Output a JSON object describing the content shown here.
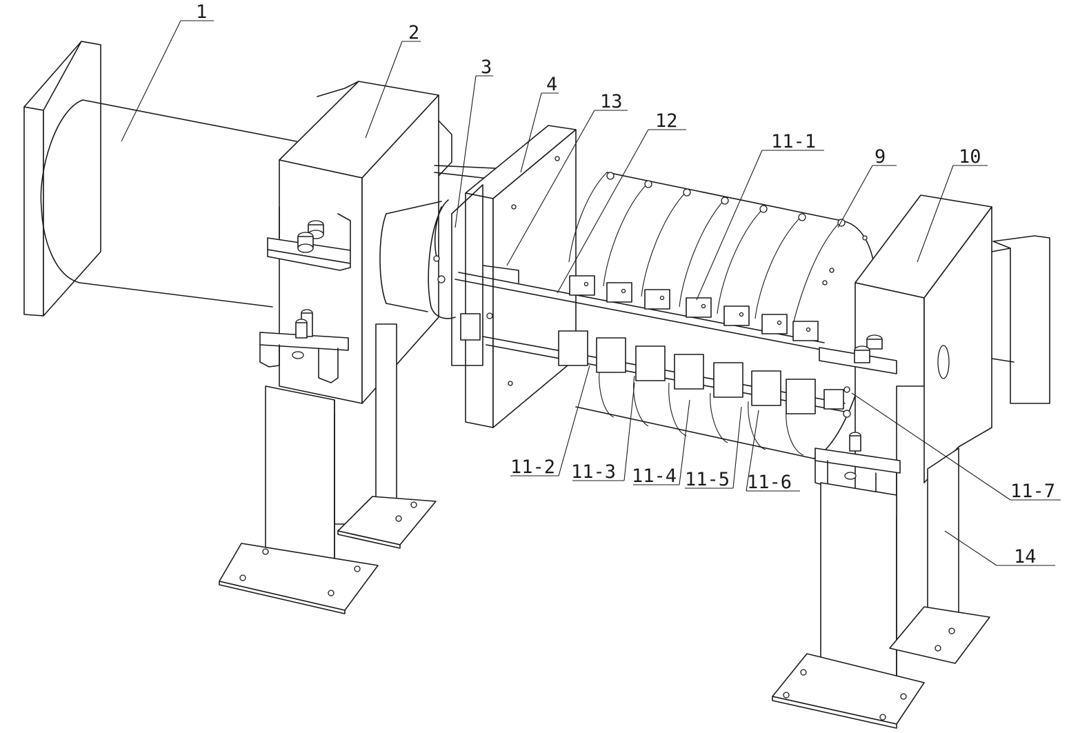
{
  "labels": {
    "l1": "1",
    "l2": "2",
    "l3": "3",
    "l4": "4",
    "l13": "13",
    "l12": "12",
    "l11_1": "11-1",
    "l9": "9",
    "l10": "10",
    "l11_2": "11-2",
    "l11_3": "11-3",
    "l11_4": "11-4",
    "l11_5": "11-5",
    "l11_6": "11-6",
    "l11_7": "11-7",
    "l14": "14"
  },
  "colors": {
    "line": "#1a1a1a",
    "background": "#ffffff"
  }
}
